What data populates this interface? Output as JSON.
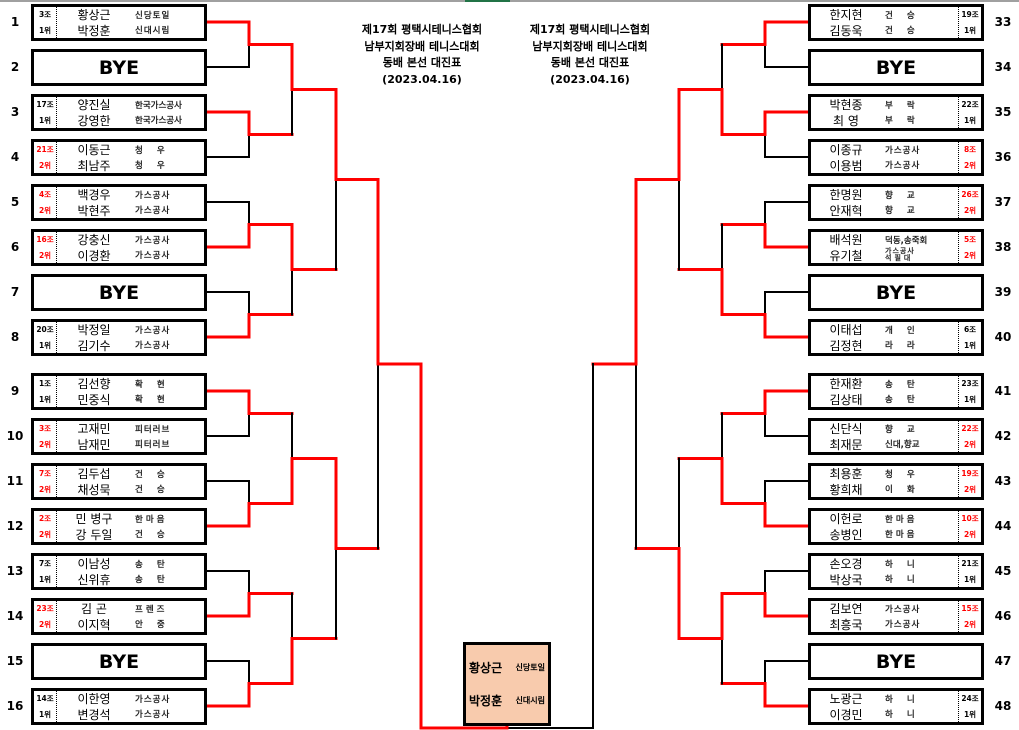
{
  "titles": [
    {
      "lines": [
        "제17회 평택시테니스협회",
        "남부지회장배 테니스대회",
        "동배 본선 대진표",
        "(2023.04.16)"
      ]
    },
    {
      "lines": [
        "제17회 평택시테니스협회",
        "남부지회장배 테니스대회",
        "동배 본선 대진표",
        "(2023.04.16)"
      ]
    }
  ],
  "colors": {
    "win_line": "#ff0000",
    "line": "#000000",
    "second_place": "#ff0000",
    "champion_fill": "#f8cbad"
  },
  "bye_label": "BYE",
  "left": [
    {
      "no": "1",
      "group": "3조",
      "rank": "1위",
      "second": false,
      "players": [
        {
          "name": "황상근",
          "club": "신당토일"
        },
        {
          "name": "박정훈",
          "club": "신대시림"
        }
      ]
    },
    {
      "no": "2",
      "bye": true
    },
    {
      "no": "3",
      "group": "17조",
      "rank": "1위",
      "second": false,
      "players": [
        {
          "name": "양진실",
          "club": "한국가스공사"
        },
        {
          "name": "강영한",
          "club": "한국가스공사"
        }
      ]
    },
    {
      "no": "4",
      "group": "21조",
      "rank": "2위",
      "second": true,
      "players": [
        {
          "name": "이동근",
          "club": "청우"
        },
        {
          "name": "최남주",
          "club": "청우"
        }
      ]
    },
    {
      "no": "5",
      "group": "4조",
      "rank": "2위",
      "second": true,
      "players": [
        {
          "name": "백경우",
          "club": "가스공사"
        },
        {
          "name": "박현주",
          "club": "가스공사"
        }
      ]
    },
    {
      "no": "6",
      "group": "16조",
      "rank": "2위",
      "second": true,
      "players": [
        {
          "name": "강충신",
          "club": "가스공사"
        },
        {
          "name": "이경환",
          "club": "가스공사"
        }
      ]
    },
    {
      "no": "7",
      "bye": true
    },
    {
      "no": "8",
      "group": "20조",
      "rank": "1위",
      "second": false,
      "players": [
        {
          "name": "박정일",
          "club": "가스공사"
        },
        {
          "name": "김기수",
          "club": "가스공사"
        }
      ]
    },
    {
      "no": "9",
      "group": "1조",
      "rank": "1위",
      "second": false,
      "players": [
        {
          "name": "김선향",
          "club": "확현"
        },
        {
          "name": "민중식",
          "club": "확현"
        }
      ]
    },
    {
      "no": "10",
      "group": "3조",
      "rank": "2위",
      "second": true,
      "players": [
        {
          "name": "고재민",
          "club": "피터러브"
        },
        {
          "name": "남재민",
          "club": "피터러브"
        }
      ]
    },
    {
      "no": "11",
      "group": "7조",
      "rank": "2위",
      "second": true,
      "players": [
        {
          "name": "김두섭",
          "club": "건승"
        },
        {
          "name": "채성묵",
          "club": "건승"
        }
      ]
    },
    {
      "no": "12",
      "group": "2조",
      "rank": "2위",
      "second": true,
      "players": [
        {
          "name": "민 병구",
          "club": "한마음"
        },
        {
          "name": "강 두일",
          "club": "건승"
        }
      ]
    },
    {
      "no": "13",
      "group": "7조",
      "rank": "1위",
      "second": false,
      "players": [
        {
          "name": "이남성",
          "club": "송탄"
        },
        {
          "name": "신위휴",
          "club": "송탄"
        }
      ]
    },
    {
      "no": "14",
      "group": "23조",
      "rank": "2위",
      "second": true,
      "players": [
        {
          "name": "김 곤",
          "club": "프렌즈"
        },
        {
          "name": "이지혁",
          "club": "안중"
        }
      ]
    },
    {
      "no": "15",
      "bye": true
    },
    {
      "no": "16",
      "group": "14조",
      "rank": "1위",
      "second": false,
      "players": [
        {
          "name": "이한영",
          "club": "가스공사"
        },
        {
          "name": "변경석",
          "club": "가스공사"
        }
      ]
    }
  ],
  "right": [
    {
      "no": "33",
      "group": "19조",
      "rank": "1위",
      "second": false,
      "players": [
        {
          "name": "한지현",
          "club": "건승"
        },
        {
          "name": "김동욱",
          "club": "건승"
        }
      ]
    },
    {
      "no": "34",
      "bye": true
    },
    {
      "no": "35",
      "group": "22조",
      "rank": "1위",
      "second": false,
      "players": [
        {
          "name": "박현종",
          "club": "부락"
        },
        {
          "name": "최  영",
          "club": "부락"
        }
      ]
    },
    {
      "no": "36",
      "group": "8조",
      "rank": "2위",
      "second": true,
      "players": [
        {
          "name": "이종규",
          "club": "가스공사"
        },
        {
          "name": "이용범",
          "club": "가스공사"
        }
      ]
    },
    {
      "no": "37",
      "group": "26조",
      "rank": "2위",
      "second": true,
      "players": [
        {
          "name": "한명원",
          "club": "향교"
        },
        {
          "name": "안재혁",
          "club": "향교"
        }
      ]
    },
    {
      "no": "38",
      "group": "5조",
      "rank": "2위",
      "second": true,
      "players": [
        {
          "name": "배석원",
          "club": "덕동,송죽회"
        },
        {
          "name": "유기철",
          "club": "가스공사",
          "club2": "석필대"
        }
      ]
    },
    {
      "no": "39",
      "bye": true
    },
    {
      "no": "40",
      "group": "6조",
      "rank": "1위",
      "second": false,
      "players": [
        {
          "name": "이태섭",
          "club": "개인"
        },
        {
          "name": "김정현",
          "club": "라라"
        }
      ]
    },
    {
      "no": "41",
      "group": "23조",
      "rank": "1위",
      "second": false,
      "players": [
        {
          "name": "한재환",
          "club": "송탄"
        },
        {
          "name": "김상태",
          "club": "송탄"
        }
      ]
    },
    {
      "no": "42",
      "group": "22조",
      "rank": "2위",
      "second": true,
      "players": [
        {
          "name": "신단식",
          "club": "향교"
        },
        {
          "name": "최재문",
          "club": "신대,향교"
        }
      ]
    },
    {
      "no": "43",
      "group": "19조",
      "rank": "2위",
      "second": true,
      "players": [
        {
          "name": "최용훈",
          "club": "청우"
        },
        {
          "name": "황희채",
          "club": "이화"
        }
      ]
    },
    {
      "no": "44",
      "group": "10조",
      "rank": "2위",
      "second": true,
      "players": [
        {
          "name": "이헌로",
          "club": "한마음"
        },
        {
          "name": "송병인",
          "club": "한마음"
        }
      ]
    },
    {
      "no": "45",
      "group": "21조",
      "rank": "1위",
      "second": false,
      "players": [
        {
          "name": "손오경",
          "club": "하니"
        },
        {
          "name": "박상국",
          "club": "하니"
        }
      ]
    },
    {
      "no": "46",
      "group": "15조",
      "rank": "2위",
      "second": true,
      "players": [
        {
          "name": "김보연",
          "club": "가스공사"
        },
        {
          "name": "최흥국",
          "club": "가스공사"
        }
      ]
    },
    {
      "no": "47",
      "bye": true
    },
    {
      "no": "48",
      "group": "24조",
      "rank": "1위",
      "second": false,
      "players": [
        {
          "name": "노광근",
          "club": "하니"
        },
        {
          "name": "이경민",
          "club": "하니"
        }
      ]
    }
  ],
  "results": {
    "left": [
      [
        "top",
        "top",
        "bottom",
        "bottom",
        "top",
        "bottom",
        "bottom",
        "bottom"
      ],
      [
        "top",
        "top",
        "bottom",
        "bottom"
      ],
      [
        "top",
        "top"
      ],
      [
        "top"
      ]
    ],
    "right": [
      [
        "top",
        "top",
        "bottom",
        "bottom",
        "top",
        "bottom",
        "bottom",
        "bottom"
      ],
      [
        "bottom",
        "bottom",
        "bottom",
        "top"
      ],
      [
        "top",
        "bottom"
      ],
      [
        "top"
      ]
    ],
    "final": "left"
  },
  "champion": {
    "players": [
      {
        "name": "황상근",
        "club": "신당토일"
      },
      {
        "name": "박정훈",
        "club": "신대시림"
      }
    ]
  }
}
